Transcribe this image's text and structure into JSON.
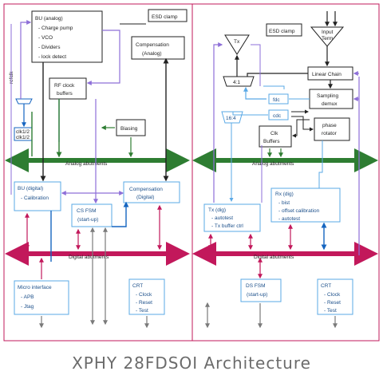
{
  "title": "XPHY 28FDSOI Architecture",
  "colors": {
    "frame": "#c2185b",
    "analog_bus": "#2e7d32",
    "digital_bus": "#c2185b",
    "blue_box": "#5aa9e6",
    "purple_wire": "#8e6fd8",
    "blue_wire": "#1565c0",
    "grey_wire": "#7a7a7a"
  },
  "left": {
    "esd": "ESD clamp",
    "bu_analog": {
      "title": "BU (analog)",
      "items": [
        "- Charge pump",
        "- VCO",
        "- Dividers",
        "- lock detect"
      ]
    },
    "refclk": "refclk",
    "rf_clock_buffers": [
      "RF clock",
      "buffers"
    ],
    "comp_analog": [
      "Compensation",
      "(Analog)"
    ],
    "biasing": "Biasing",
    "mux_labels": [
      "clk1/2",
      "clk1/2"
    ],
    "analog_bus": "Analog abutments",
    "bu_digital": {
      "title": "BU (digital)",
      "items": [
        "- Calibration"
      ]
    },
    "cs_fsm": [
      "CS FSM",
      "(start-up)"
    ],
    "comp_digital": [
      "Compensation",
      "(Digital)"
    ],
    "digital_bus": "Digital abutments",
    "micro_interface": {
      "title": "Micro interface",
      "items": [
        "- APB",
        "- Jtag"
      ]
    },
    "crt": {
      "title": "CRT",
      "items": [
        "- Clock",
        "- Reset",
        "- Test"
      ]
    }
  },
  "right": {
    "esd": "ESD clamp",
    "tx_driver": "Tx",
    "input_term": [
      "Input",
      "Term"
    ],
    "mux_41": "4:1",
    "linear_chain": "Linear Chain",
    "sampling_demux": [
      "Sampling",
      "demux"
    ],
    "small_a": "fdc",
    "small_b": "cdc",
    "ser_164": "16:4",
    "phase_rotator": [
      "phase",
      "rotator"
    ],
    "clk_buffers": [
      "Clk",
      "Buffers"
    ],
    "analog_bus": "Analog abutments",
    "tx_dig": {
      "title": "Tx (dig)",
      "items": [
        "- autotest",
        "- Tx buffer ctrl"
      ]
    },
    "rx_dig": {
      "title": "Rx (dig)",
      "items": [
        "- bist",
        "- offset calibration",
        "- autotest"
      ]
    },
    "digital_bus": "Digital abutments",
    "ds_fsm": [
      "DS FSM",
      "(start-up)"
    ],
    "crt": {
      "title": "CRT",
      "items": [
        "- Clock",
        "- Reset",
        "- Test"
      ]
    }
  }
}
